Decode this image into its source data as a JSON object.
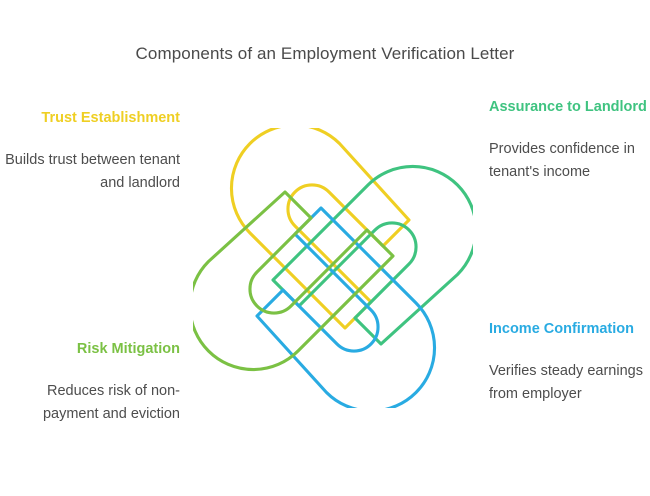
{
  "title": "Components of an Employment Verification Letter",
  "palette": {
    "yellow": "#EFCF23",
    "green": "#3FC380",
    "olive": "#7BC144",
    "blue": "#29ABE2",
    "title_text": "#4a4a4a",
    "body_text": "#4d4d4d",
    "background": "#ffffff"
  },
  "quadrants": [
    {
      "key": "trust-establishment",
      "heading": "Trust Establishment",
      "body": "Builds trust between tenant and landlord",
      "color": "#EFCF23",
      "position": "top-left",
      "align": "right"
    },
    {
      "key": "assurance-to-landlord",
      "heading": "Assurance to Landlord",
      "body": "Provides confidence in tenant's income",
      "color": "#3FC380",
      "position": "top-right",
      "align": "left"
    },
    {
      "key": "risk-mitigation",
      "heading": "Risk Mitigation",
      "body": "Reduces risk of non-payment and eviction",
      "color": "#7BC144",
      "position": "bottom-left",
      "align": "right"
    },
    {
      "key": "income-confirmation",
      "heading": "Income Confirmation",
      "body": "Verifies steady earnings from employer",
      "color": "#29ABE2",
      "position": "bottom-right",
      "align": "left"
    }
  ],
  "graphic": {
    "name": "interlocking-knot",
    "description": "Four interlocking hook-shaped loops forming a woven knot",
    "strands": [
      {
        "key": "strand-yellow",
        "color": "#EFCF23",
        "rotation": 0
      },
      {
        "key": "strand-green",
        "color": "#3FC380",
        "rotation": 90
      },
      {
        "key": "strand-blue",
        "color": "#29ABE2",
        "rotation": 180
      },
      {
        "key": "strand-olive",
        "color": "#7BC144",
        "rotation": 270
      }
    ]
  }
}
